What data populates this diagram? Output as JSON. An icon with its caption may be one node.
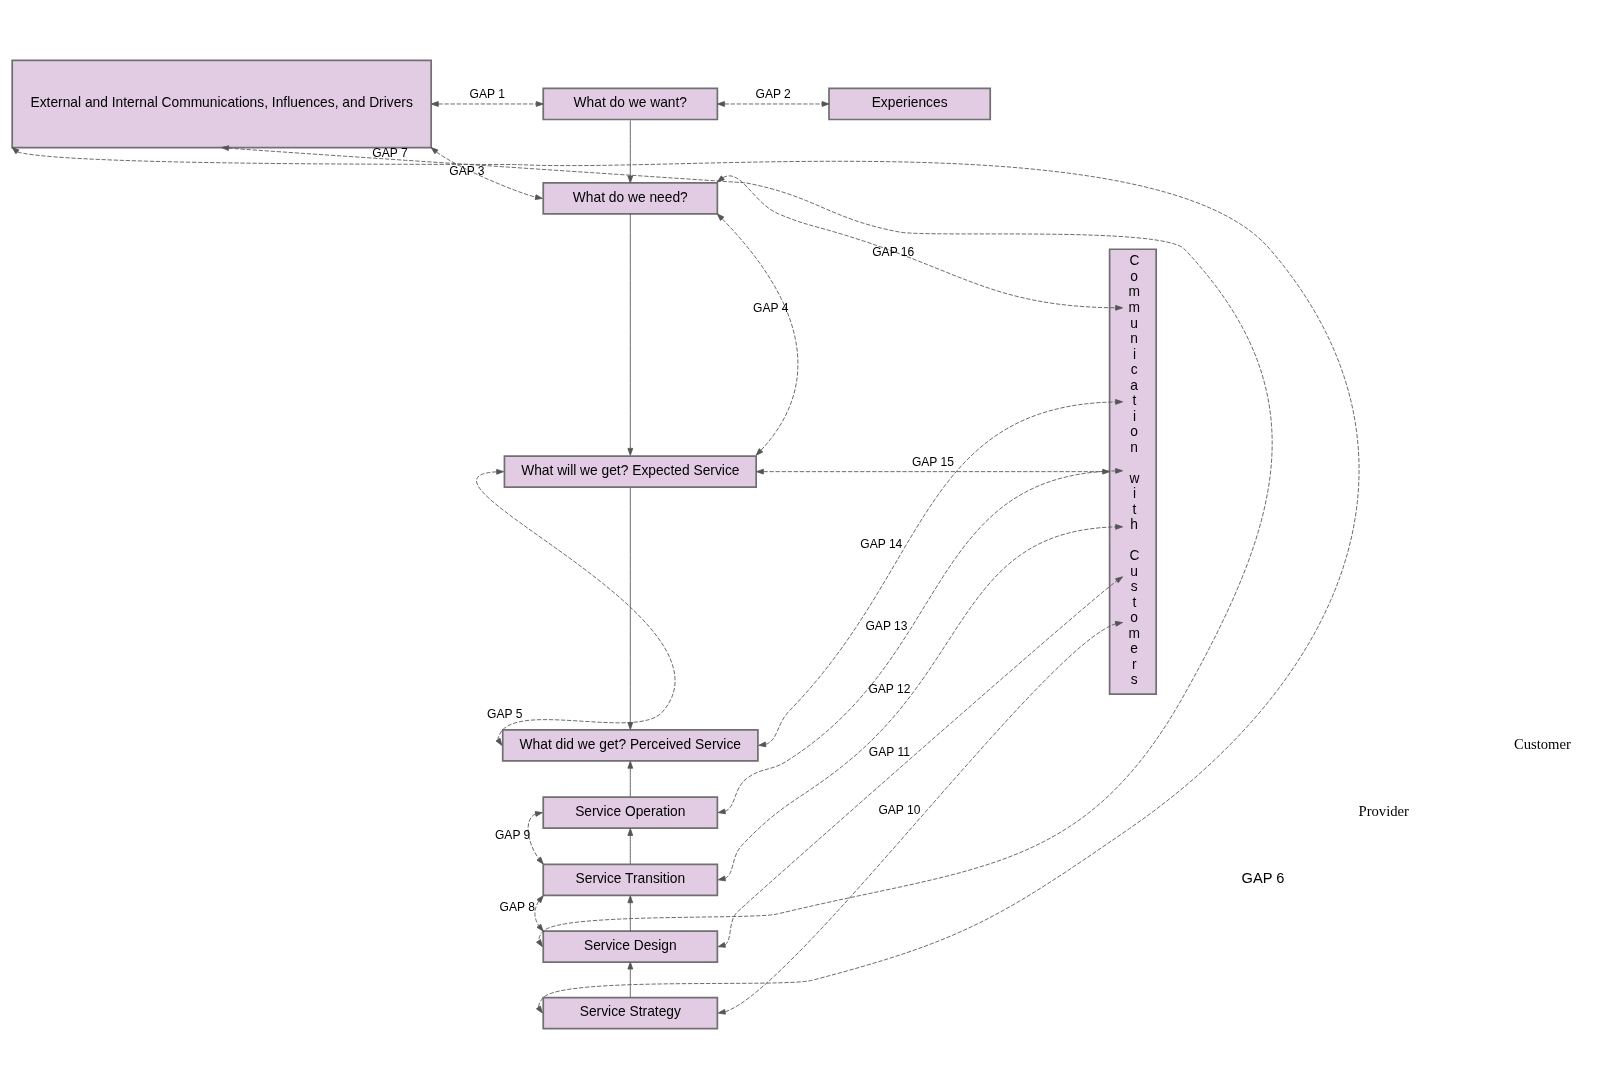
{
  "diagram": {
    "nodes": [
      {
        "text": [
          "External and Internal Communications, Influences, and Drivers"
        ]
      },
      {
        "text": [
          "What do we want?"
        ]
      },
      {
        "text": [
          "Experiences"
        ]
      },
      {
        "text": [
          "What do we need?"
        ]
      },
      {
        "text": [
          "What will we get? Expected Service"
        ]
      },
      {
        "text": [
          "What did we get? Perceived Service"
        ]
      },
      {
        "text": [
          "Service Operation"
        ]
      },
      {
        "text": [
          "Service Transition"
        ]
      },
      {
        "text": [
          "Service Design"
        ]
      },
      {
        "text": [
          "Service Strategy"
        ]
      },
      {
        "text": [
          "Communication with Customers"
        ]
      }
    ],
    "edges": [
      {
        "from": 0,
        "to": 1,
        "arrow": "both",
        "style": "dashed",
        "label": "GAP 1"
      },
      {
        "from": 0,
        "to": 3,
        "arrow": "both",
        "style": "dashed",
        "label": "GAP 3"
      },
      {
        "from": 1,
        "to": 2,
        "arrow": "both",
        "style": "dashed",
        "label": "GAP 2"
      },
      {
        "from": 1,
        "to": 3,
        "arrow": "to"
      },
      {
        "from": 3,
        "to": 4,
        "arrow": "to"
      },
      {
        "from": 3,
        "to": 4,
        "arrow": "both",
        "style": "dashed",
        "label": "GAP 4"
      },
      {
        "from": 3,
        "to": 10,
        "arrow": "both",
        "style": "dashed",
        "label": "GAP 16"
      },
      {
        "from": 4,
        "to": 5,
        "arrow": "to"
      },
      {
        "from": 4,
        "to": 5,
        "arrow": "both",
        "style": "dashed",
        "label": "GAP 5"
      },
      {
        "from": 4,
        "to": 10,
        "arrow": "both",
        "style": "dashed",
        "label": "GAP 15"
      },
      {
        "from": 5,
        "to": 10,
        "arrow": "both",
        "style": "dashed",
        "label": "GAP 14"
      },
      {
        "from": 6,
        "to": 5,
        "arrow": "to"
      },
      {
        "from": 6,
        "to": 7,
        "arrow": "both",
        "style": "dashed",
        "label": "GAP 9"
      },
      {
        "from": 6,
        "to": 10,
        "arrow": "both",
        "style": "dashed",
        "label": "GAP 13"
      },
      {
        "from": 7,
        "to": 6,
        "arrow": "to"
      },
      {
        "from": 7,
        "to": 8,
        "arrow": "both",
        "style": "dashed",
        "label": "GAP 8"
      },
      {
        "from": 7,
        "to": 10,
        "arrow": "both",
        "style": "dashed",
        "label": "GAP 12"
      },
      {
        "from": 8,
        "to": 7,
        "arrow": "to"
      },
      {
        "from": 8,
        "to": 10,
        "arrow": "both",
        "style": "dashed",
        "label": "GAP 11"
      },
      {
        "from": 0,
        "to": 8,
        "arrow": "both",
        "style": "dashed",
        "label": "GAP 7"
      },
      {
        "from": 0,
        "to": 9,
        "arrow": "both",
        "style": "dashed"
      },
      {
        "from": 9,
        "to": 8,
        "arrow": "to"
      },
      {
        "from": 9,
        "to": 10,
        "arrow": "both",
        "style": "dashed",
        "label": "GAP 10"
      }
    ],
    "labels": [
      "Customer",
      "Provider",
      "GAP 6"
    ]
  }
}
